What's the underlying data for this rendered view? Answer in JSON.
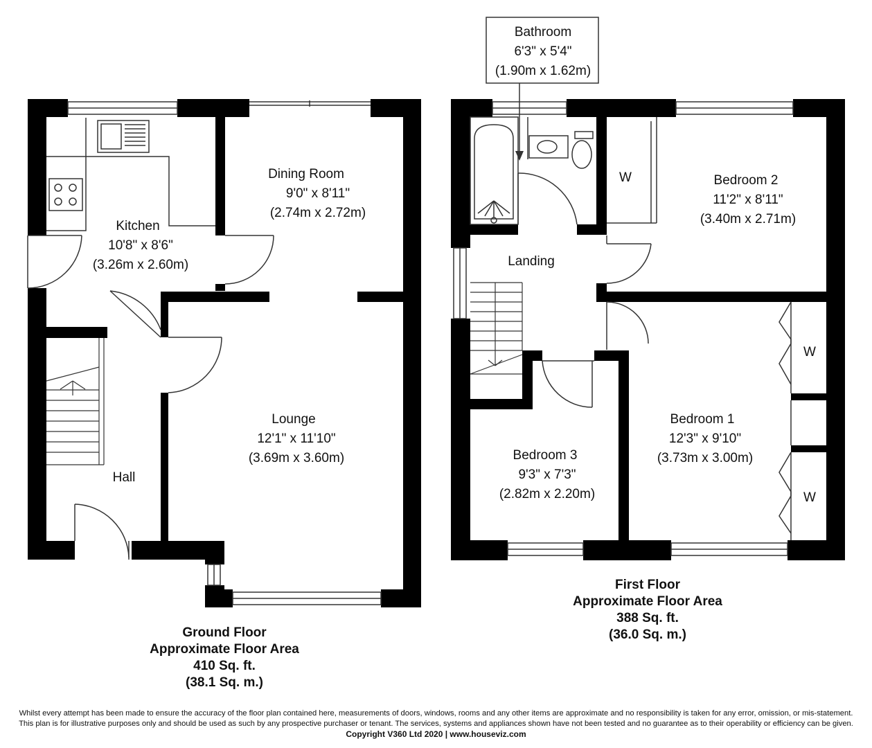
{
  "ground_floor": {
    "title": "Ground Floor",
    "area_label": "Approximate Floor Area",
    "area_sqft": "410 Sq. ft.",
    "area_sqm": "(38.1 Sq. m.)",
    "rooms": {
      "kitchen": {
        "name": "Kitchen",
        "imperial": "10'8\" x 8'6\"",
        "metric": "(3.26m x 2.60m)"
      },
      "dining": {
        "name": "Dining Room",
        "imperial": "9'0\" x 8'11\"",
        "metric": "(2.74m x 2.72m)"
      },
      "lounge": {
        "name": "Lounge",
        "imperial": "12'1\" x 11'10\"",
        "metric": "(3.69m x 3.60m)"
      },
      "hall": {
        "name": "Hall"
      }
    }
  },
  "first_floor": {
    "title": "First Floor",
    "area_label": "Approximate Floor Area",
    "area_sqft": "388 Sq. ft.",
    "area_sqm": "(36.0 Sq. m.)",
    "rooms": {
      "bathroom": {
        "name": "Bathroom",
        "imperial": "6'3\" x 5'4\"",
        "metric": "(1.90m x 1.62m)"
      },
      "bedroom2": {
        "name": "Bedroom 2",
        "imperial": "11'2\" x 8'11\"",
        "metric": "(3.40m x 2.71m)"
      },
      "landing": {
        "name": "Landing"
      },
      "bedroom1": {
        "name": "Bedroom 1",
        "imperial": "12'3\" x 9'10\"",
        "metric": "(3.73m x 3.00m)"
      },
      "bedroom3": {
        "name": "Bedroom 3",
        "imperial": "9'3\" x 7'3\"",
        "metric": "(2.82m x 2.20m)"
      }
    },
    "wardrobe_label": "W"
  },
  "disclaimer": {
    "line1": "Whilst every attempt has been made to ensure the accuracy of the floor plan contained here, measurements of doors, windows, rooms and any other items are approximate and no responsibility is taken for any error, omission, or mis-statement.",
    "line2": "This plan is for illustrative purposes only and should be used as such by any prospective purchaser or tenant. The services, systems and appliances shown have not been tested and no guarantee as to their operability or efficiency can be given."
  },
  "copyright": "Copyright V360 Ltd 2020 | www.houseviz.com",
  "colors": {
    "wall": "#000000",
    "background": "#ffffff",
    "line": "#333333"
  }
}
